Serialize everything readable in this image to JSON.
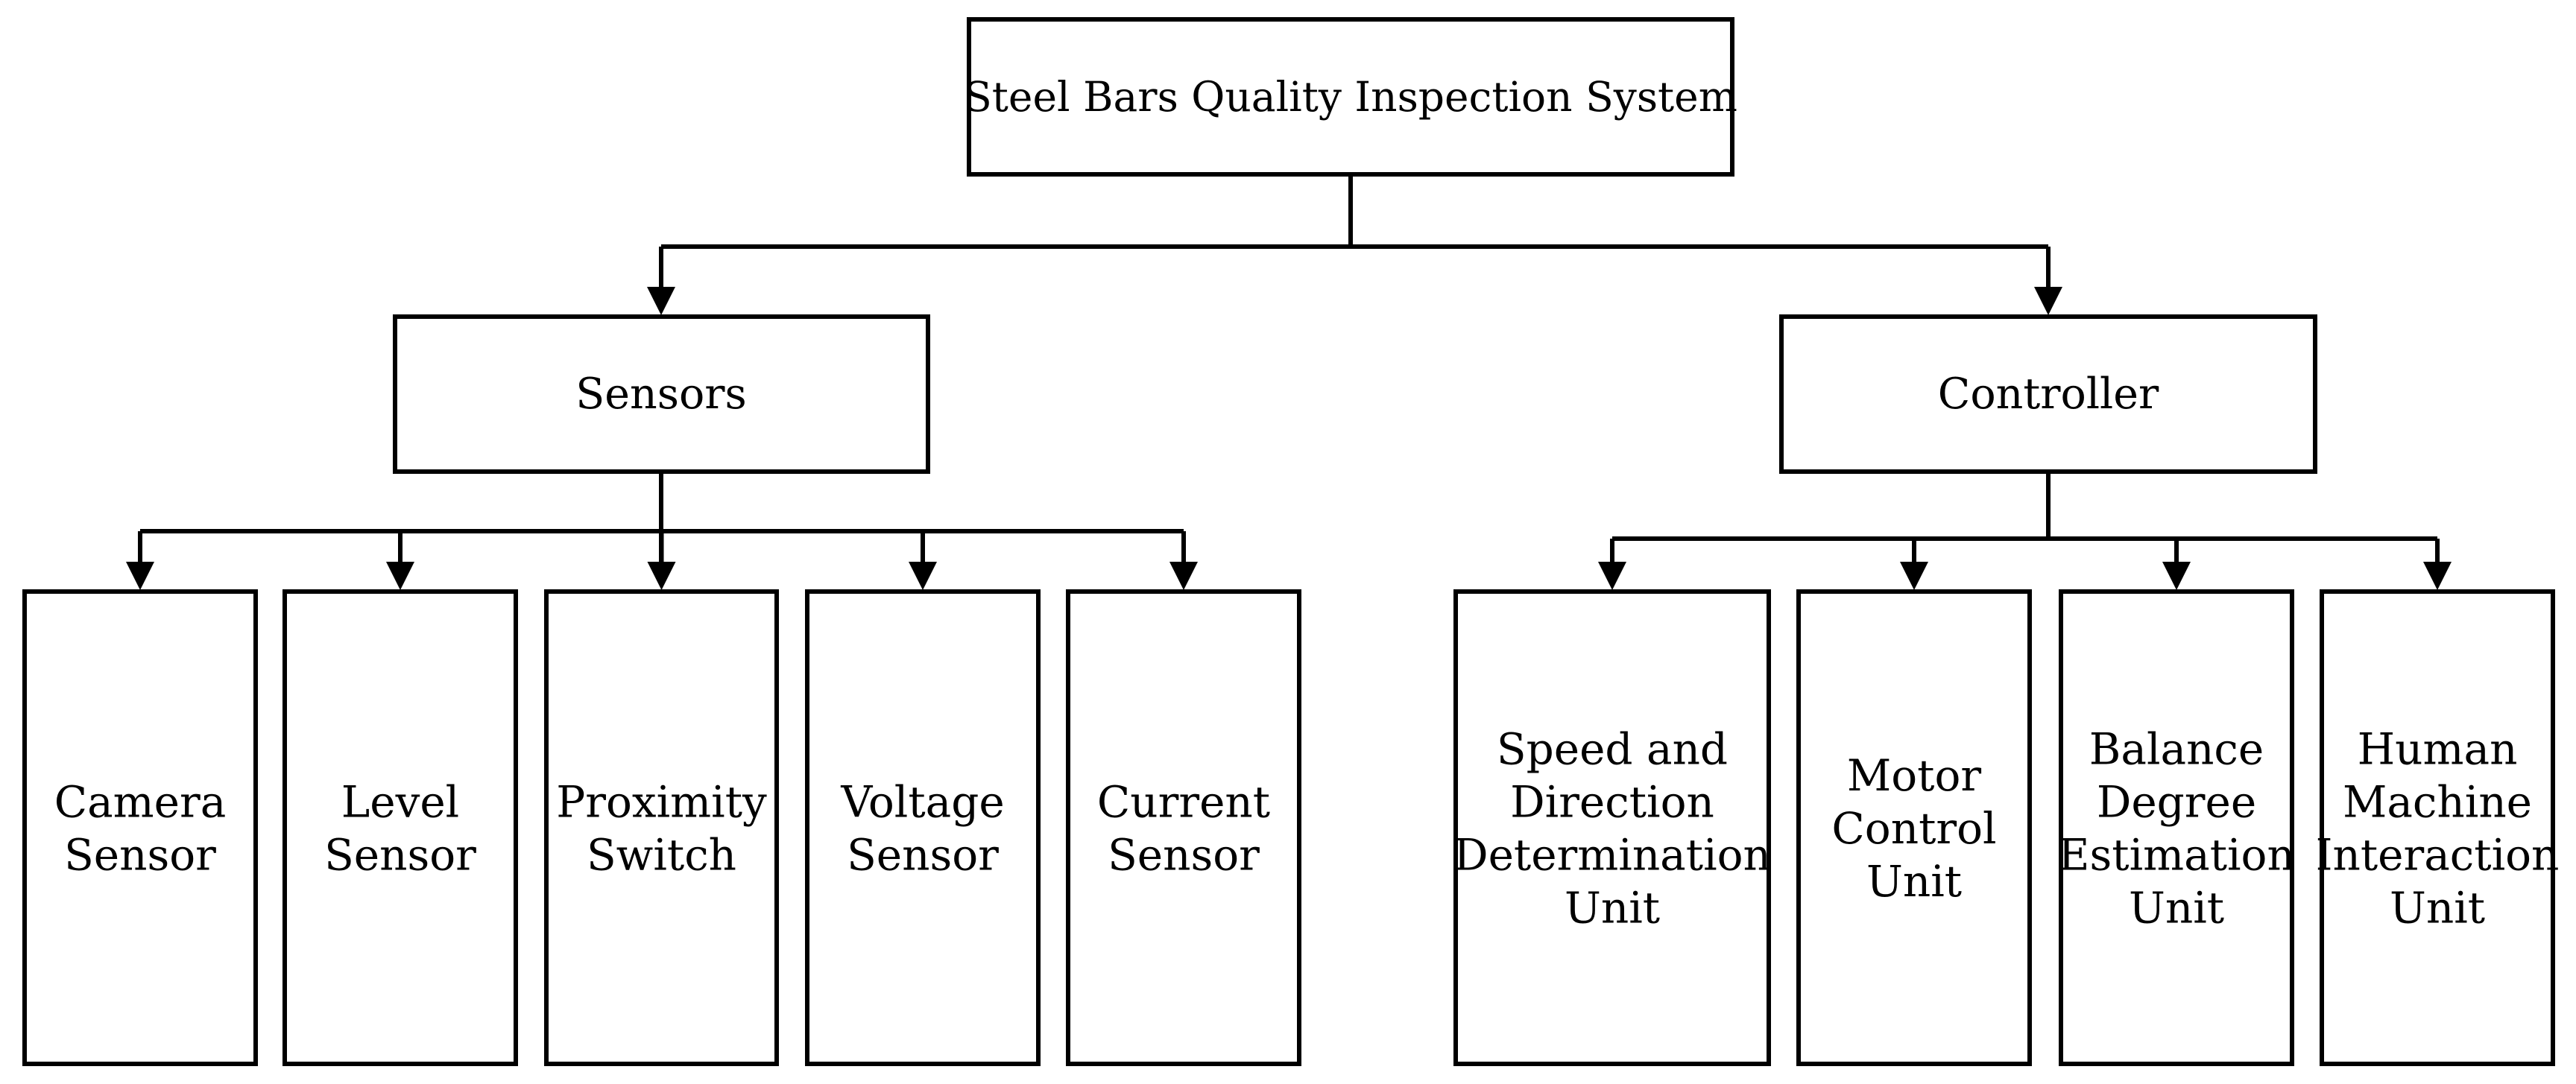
{
  "root": {
    "label": "Steel Bars Quality Inspection System"
  },
  "branches": [
    {
      "label": "Sensors",
      "children": [
        {
          "lines": [
            "Camera",
            "Sensor"
          ]
        },
        {
          "lines": [
            "Level",
            "Sensor"
          ]
        },
        {
          "lines": [
            "Proximity",
            "Switch"
          ]
        },
        {
          "lines": [
            "Voltage",
            "Sensor"
          ]
        },
        {
          "lines": [
            "Current",
            "Sensor"
          ]
        }
      ]
    },
    {
      "label": "Controller",
      "children": [
        {
          "lines": [
            "Speed and",
            "Direction",
            "Determination",
            "Unit"
          ]
        },
        {
          "lines": [
            "Motor",
            "Control",
            "Unit"
          ]
        },
        {
          "lines": [
            "Balance",
            "Degree",
            "Estimation",
            "Unit"
          ]
        },
        {
          "lines": [
            "Human",
            "Machine",
            "Interaction",
            "Unit"
          ]
        }
      ]
    }
  ]
}
